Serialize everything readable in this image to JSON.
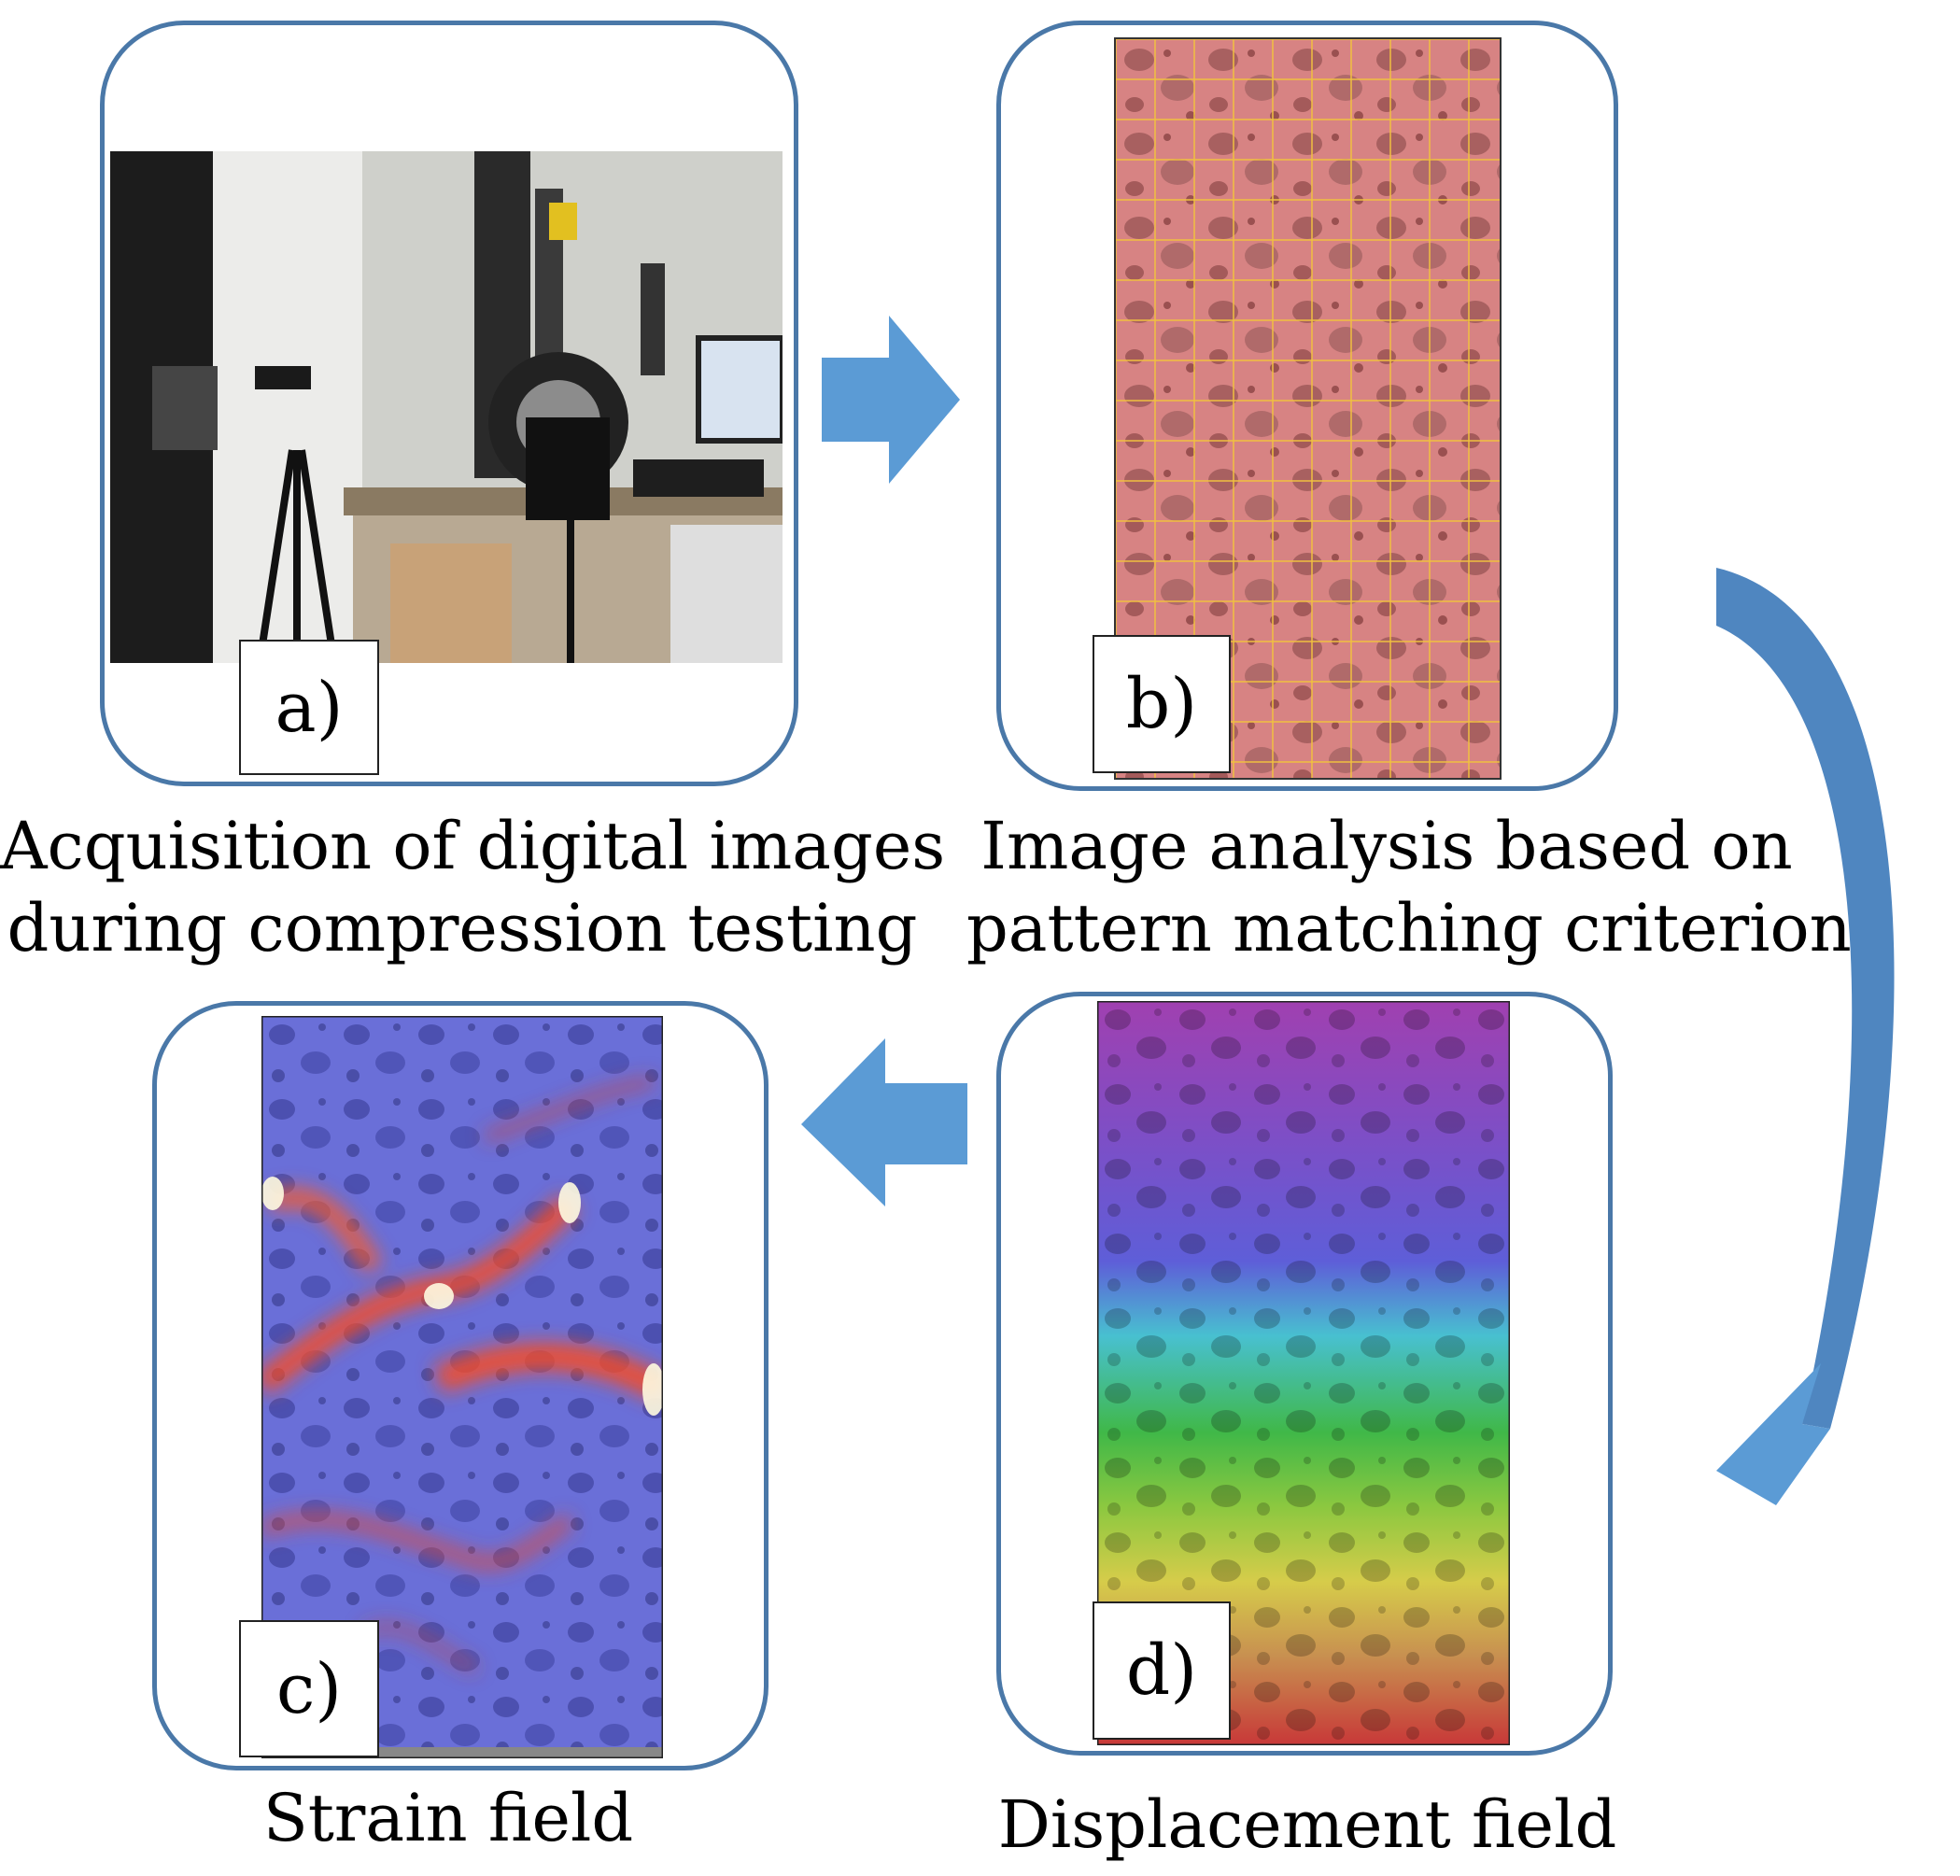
{
  "panels": {
    "a": {
      "tag": "a)",
      "caption_line1": "Acquisition of digital images",
      "caption_line2": "during compression testing"
    },
    "b": {
      "tag": "b)",
      "caption_line1": "Image analysis based on",
      "caption_line2": "pattern matching criterion"
    },
    "c": {
      "tag": "c)",
      "caption": "Strain field"
    },
    "d": {
      "tag": "d)",
      "caption": "Displacement field"
    }
  },
  "colors": {
    "panel_border": "#4a78a8",
    "arrow_fill": "#5b9bd5",
    "curved_arrow_fill": "#4f86c0",
    "grid_overlay": "#d98080",
    "grid_line": "#f0c040",
    "strain_base": "#6a6fd8",
    "strain_hot": "#ff4a1a"
  },
  "icons": {
    "arrow_right": "block-arrow-right",
    "arrow_left": "block-arrow-left",
    "arrow_curved": "curved-arrow-down"
  }
}
